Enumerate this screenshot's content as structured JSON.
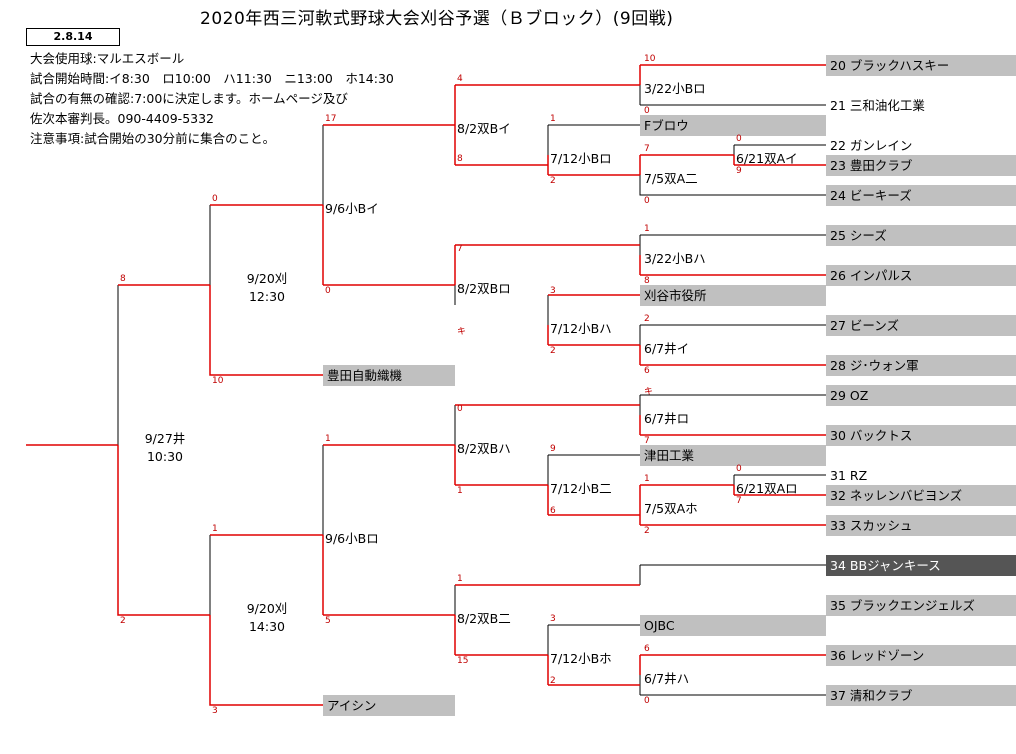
{
  "title": "2020年西三河軟式野球大会刈谷予選（Ｂブロック）(9回戦)",
  "date_code": "2.8.14",
  "info": [
    "大会使用球:マルエスボール",
    "試合開始時間:イ8:30　ロ10:00　ハ11:30　ニ13:00　ホ14:30",
    "試合の有無の確認:7:00に決定します。ホームページ及び",
    "佐次本審判長。090-4409-5332",
    "注意事項:試合開始の30分前に集合のこと。"
  ],
  "teams": [
    {
      "label": "20 ブラックハスキー"
    },
    {
      "label": "21 三和油化工業"
    },
    {
      "label": "Fブロウ"
    },
    {
      "label": "22 ガンレイン"
    },
    {
      "label": "23 豊田クラブ"
    },
    {
      "label": "24 ビーキーズ"
    },
    {
      "label": "25 シーズ"
    },
    {
      "label": "26 インパルス"
    },
    {
      "label": "刈谷市役所"
    },
    {
      "label": "27 ビーンズ"
    },
    {
      "label": "28 ジ･ウォン軍"
    },
    {
      "label": "豊田自動織機"
    },
    {
      "label": "29 OZ"
    },
    {
      "label": "30 バックトス"
    },
    {
      "label": "津田工業"
    },
    {
      "label": "31 RZ"
    },
    {
      "label": "32 ネッレンバビヨンズ"
    },
    {
      "label": "33 スカッシュ"
    },
    {
      "label": "34 BBジャンキース"
    },
    {
      "label": "35 ブラックエンジェルズ"
    },
    {
      "label": "OJBC"
    },
    {
      "label": "36 レッドゾーン"
    },
    {
      "label": "37 清和クラブ"
    },
    {
      "label": "アイシン"
    }
  ],
  "matches": [
    "3/22小Bロ",
    "6/21双Aイ",
    "7/5双A二",
    "7/12小Bロ",
    "8/2双Bイ",
    "3/22小Bハ",
    "7/12小Bハ",
    "6/7井イ",
    "8/2双Bロ",
    "9/6小Bイ",
    "6/7井ロ",
    "6/21双Aロ",
    "7/5双Aホ",
    "7/12小B二",
    "8/2双Bハ",
    "7/12小Bホ",
    "6/7井ハ",
    "8/2双B二",
    "9/6小Bロ"
  ],
  "semis": [
    {
      "date": "9/20刈",
      "time": "12:30"
    },
    {
      "date": "9/20刈",
      "time": "14:30"
    }
  ],
  "final": {
    "date": "9/27井",
    "time": "10:30"
  },
  "scores": [
    "10",
    "0",
    "4",
    "1",
    "0",
    "7",
    "2",
    "8",
    "0",
    "9",
    "1",
    "17",
    "7",
    "8",
    "3",
    "2",
    "2",
    "6",
    "0",
    "0",
    "10",
    "8",
    "キ",
    "0",
    "キ",
    "7",
    "9",
    "0",
    "1",
    "7",
    "1",
    "6",
    "2",
    "1",
    "1",
    "3",
    "6",
    "2",
    "0",
    "15",
    "5",
    "2",
    "3",
    "1",
    "2"
  ]
}
